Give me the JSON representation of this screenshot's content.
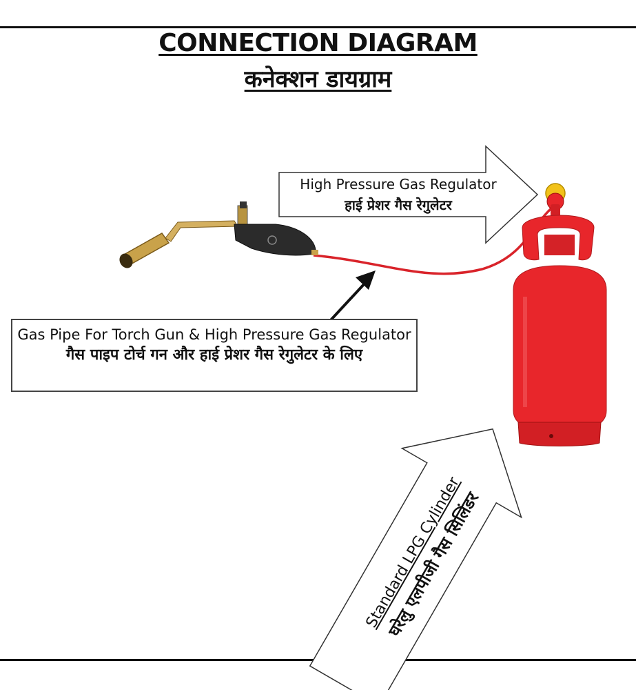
{
  "title": {
    "english": "CONNECTION DIAGRAM",
    "hindi": "कनेक्शन डायग्राम"
  },
  "labels": {
    "regulator": {
      "english": "High Pressure Gas Regulator",
      "hindi": "हाई प्रेशर गैस रेगुलेटर"
    },
    "gas_pipe": {
      "english": "Gas Pipe For Torch Gun & High Pressure Gas Regulator",
      "hindi": "गैस पाइप टोर्च गन और हाई प्रेशर गैस रेगुलेटर के लिए"
    },
    "cylinder": {
      "english": "Standard LPG Cylinder",
      "hindi": "घरेलु एलपीजी गैस सिलिंडर"
    }
  },
  "colors": {
    "cylinder_red": "#e8262b",
    "hose_red": "#d9232a",
    "brass": "#c9a24a",
    "regulator_yellow": "#f2c21a",
    "outline": "#222222"
  }
}
